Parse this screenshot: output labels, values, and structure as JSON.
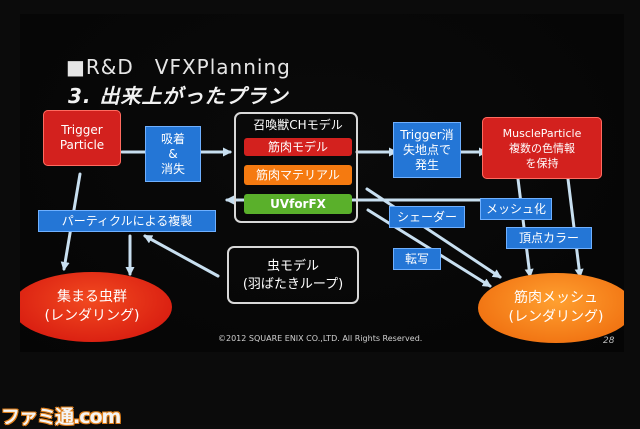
{
  "slide": {
    "title": "■R&D　VFXPlanning",
    "subtitle": "3. 出来上がったプラン",
    "copyright": "©2012 SQUARE ENIX CO.,LTD. All Rights Reserved.",
    "page_number": "28"
  },
  "nodes": {
    "trigger_particle": "Trigger\nParticle",
    "adsorb_vanish": "吸着\n&\n消失",
    "summon_model": "召喚獣CHモデル",
    "muscle_model": "筋肉モデル",
    "muscle_material": "筋肉マテリアル",
    "uvforfx": "UVforFX",
    "trigger_vanish_point": "Trigger消\n失地点で\n発生",
    "muscle_particle": "MuscleParticle\n複数の色情報\nを保持",
    "particle_copy": "パーティクルによる複製",
    "shader": "シェーダー",
    "mesh_convert": "メッシュ化",
    "vertex_color": "頂点カラー",
    "transfer": "転写",
    "bug_model": "虫モデル\n(羽ばたきループ)",
    "swarm_render": "集まる虫群\n(レンダリング)",
    "muscle_mesh_render": "筋肉メッシュ\n(レンダリング)"
  },
  "watermark": "ファミ通.com",
  "colors": {
    "red": "#d3211e",
    "blue": "#2476d6",
    "orange": "#f57a10",
    "green": "#5ab02b",
    "arrow": "#c8dff0"
  }
}
